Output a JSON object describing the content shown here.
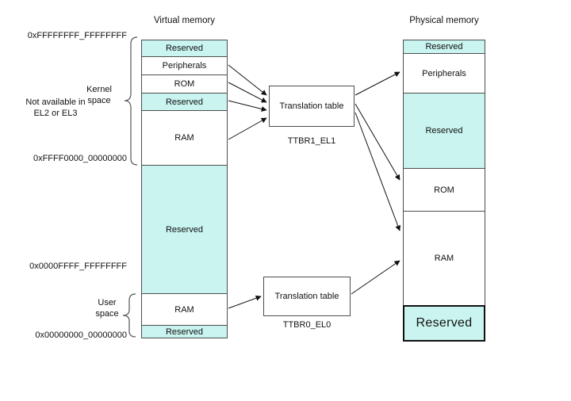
{
  "virtual_memory": {
    "title": "Virtual memory",
    "segments": [
      {
        "label": "Reserved"
      },
      {
        "label": "Peripherals"
      },
      {
        "label": "ROM"
      },
      {
        "label": "Reserved"
      },
      {
        "label": "RAM"
      },
      {
        "label": "Reserved"
      },
      {
        "label": "RAM"
      },
      {
        "label": "Reserved"
      }
    ]
  },
  "physical_memory": {
    "title": "Physical memory",
    "segments": [
      {
        "label": "Reserved"
      },
      {
        "label": "Peripherals"
      },
      {
        "label": "Reserved"
      },
      {
        "label": "ROM"
      },
      {
        "label": "RAM"
      },
      {
        "label": "Reserved"
      }
    ]
  },
  "addresses": {
    "top": "0xFFFFFFFF_FFFFFFFF",
    "kernel_bottom": "0xFFFF0000_00000000",
    "user_top": "0x0000FFFF_FFFFFFFF",
    "bottom": "0x00000000_00000000"
  },
  "annotations": {
    "kernel_space": "Kernel space",
    "not_available": "Not available in EL2 or EL3",
    "user_space": "User space"
  },
  "translation_tables": {
    "kernel": {
      "label": "Translation table",
      "register": "TTBR1_EL1"
    },
    "user": {
      "label": "Translation table",
      "register": "TTBR0_EL0"
    }
  },
  "colors": {
    "reserved_fill": "#c9f4ef",
    "box_border": "#4d4d4d",
    "arrow": "#111111"
  }
}
